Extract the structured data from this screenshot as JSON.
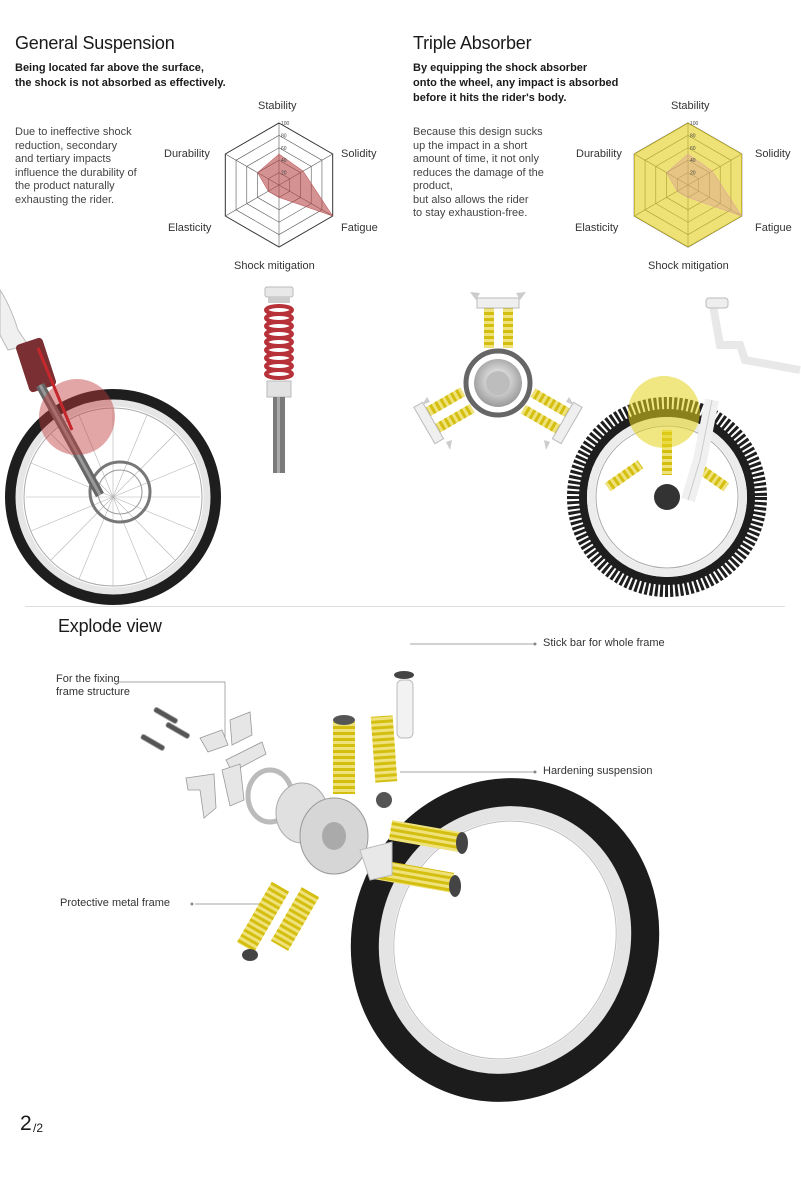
{
  "left": {
    "title": "General Suspension",
    "subtitle": "Being located far above the surface,\nthe shock is not absorbed as effectively.",
    "body": "Due to ineffective shock\nreduction, secondary\nand tertiary impacts\ninfluence the durability of\nthe product naturally\nexhausting the rider."
  },
  "right": {
    "title": "Triple Absorber",
    "subtitle": "By equipping the shock absorber\nonto the wheel, any impact is absorbed\nbefore it hits the rider's body.",
    "body": "Because this design sucks\nup the impact in a short\namount of time, it not only\nreduces the  damage of the\nproduct,\nbut also allows the rider\nto stay exhaustion-free."
  },
  "chart_data": [
    {
      "type": "radar",
      "axes": [
        "Stability",
        "Solidity",
        "Fatigue",
        "Shock mitigation",
        "Elasticity",
        "Durability"
      ],
      "ticks": [
        20,
        40,
        60,
        80,
        100
      ],
      "range": [
        0,
        100
      ],
      "series": [
        {
          "values": [
            50,
            45,
            100,
            20,
            20,
            40
          ],
          "color": "#b84a4a"
        }
      ]
    },
    {
      "type": "radar",
      "axes": [
        "Stability",
        "Solidity",
        "Fatigue",
        "Shock mitigation",
        "Elasticity",
        "Durability"
      ],
      "ticks": [
        20,
        40,
        60,
        80,
        100
      ],
      "range": [
        0,
        100
      ],
      "series": [
        {
          "values": [
            100,
            100,
            100,
            100,
            100,
            100
          ],
          "color": "#e3cf1a"
        },
        {
          "values": [
            50,
            45,
            100,
            20,
            20,
            40
          ],
          "color": "#d99a9a"
        }
      ]
    }
  ],
  "explode": {
    "title": "Explode view",
    "labels": {
      "stick_bar": "Stick bar for whole frame",
      "fixing": "For the fixing\nframe structure",
      "hardening": "Hardening suspension",
      "protective": "Protective metal frame"
    }
  },
  "page": {
    "current": "2",
    "total": "/2"
  },
  "colors": {
    "spring": "#e3cf1a",
    "red_spring": "#b73238",
    "tire": "#1c1c1c",
    "rim": "#d9d9d9"
  }
}
